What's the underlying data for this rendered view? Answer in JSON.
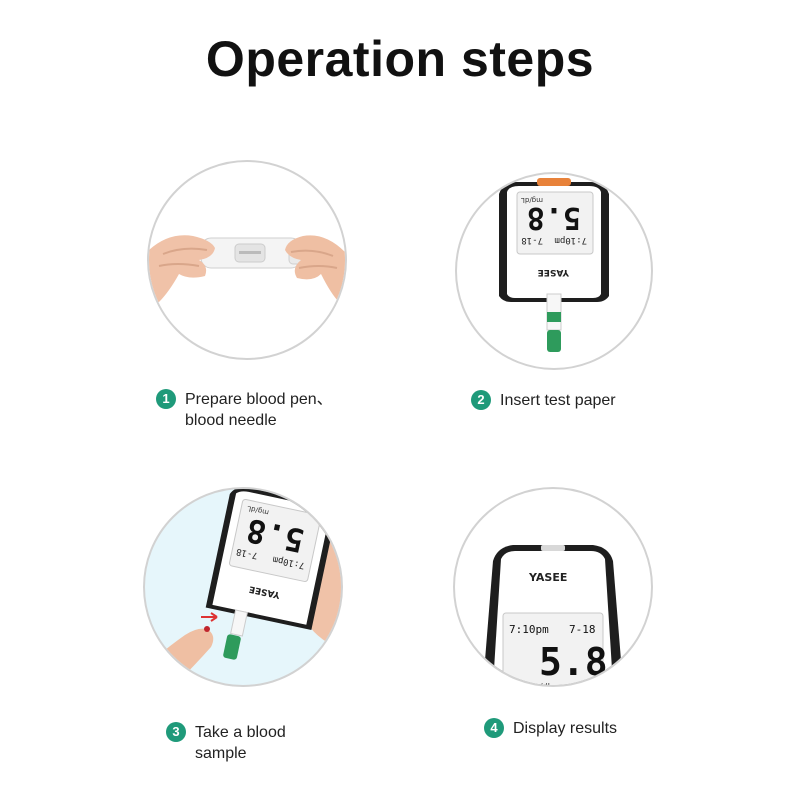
{
  "title": "Operation steps",
  "steps": [
    {
      "number": "1",
      "caption": "Prepare blood pen、\nblood needle"
    },
    {
      "number": "2",
      "caption": "Insert test paper"
    },
    {
      "number": "3",
      "caption": "Take a blood\nsample"
    },
    {
      "number": "4",
      "caption": "Display results"
    }
  ],
  "meter": {
    "brand": "YASEE",
    "time": "7:10pm",
    "date": "7-18",
    "reading": "5.8",
    "unit": "mg/dL"
  },
  "colors": {
    "accent": "#1f9a7a",
    "strip_green": "#2e9b5c",
    "meter_orange": "#e8823a"
  }
}
